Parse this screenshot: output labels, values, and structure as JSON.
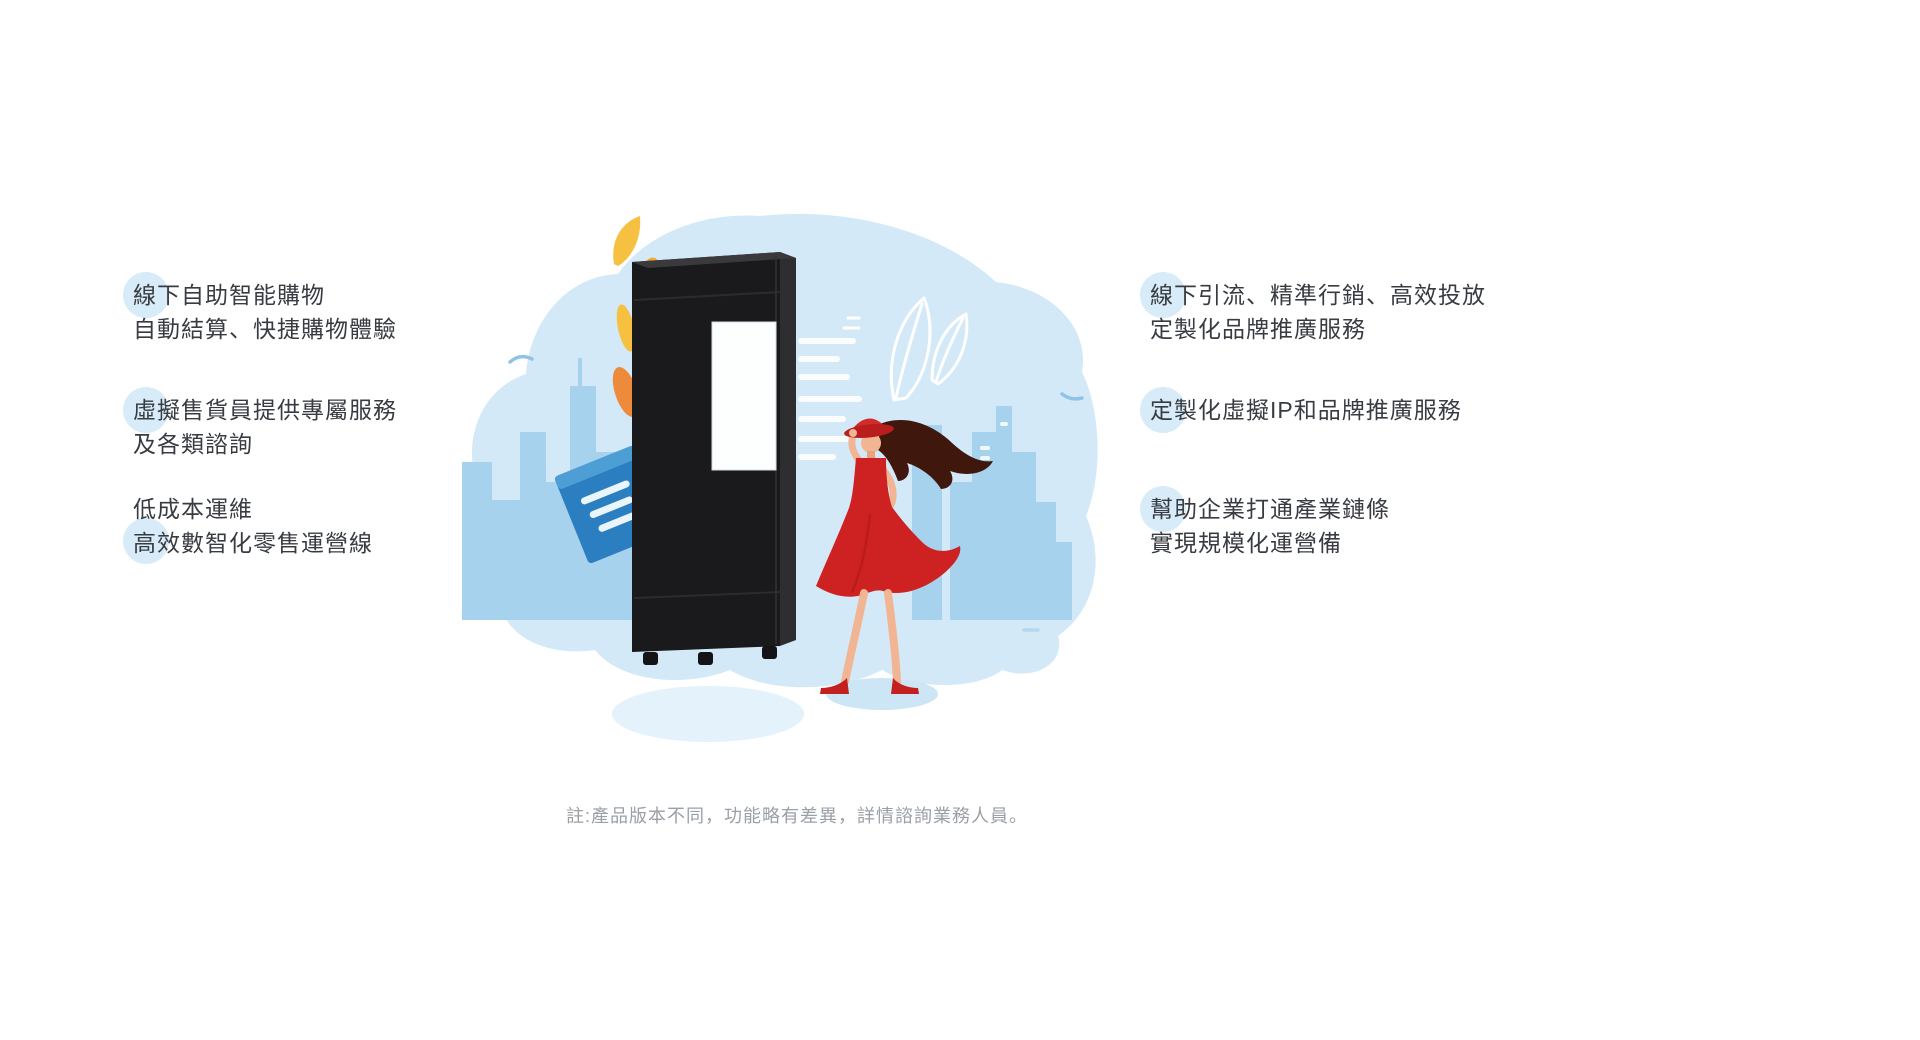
{
  "features_left": [
    {
      "lines": [
        "線下自助智能購物",
        "自動結算、快捷購物體驗"
      ]
    },
    {
      "lines": [
        "虛擬售貨員提供專屬服務",
        "及各類諮詢"
      ]
    },
    {
      "lines": [
        "低成本運維",
        "高效數智化零售運營線"
      ]
    }
  ],
  "features_right": [
    {
      "lines": [
        "線下引流、精準行銷、高效投放",
        "定製化品牌推廣服務"
      ]
    },
    {
      "lines": [
        "定製化虛擬IP和品牌推廣服務"
      ]
    },
    {
      "lines": [
        "幫助企業打通產業鏈條",
        "實現規模化運營備"
      ]
    }
  ],
  "footnote": "註:產品版本不同，功能略有差異，詳情諮詢業務人員。",
  "illustration_icons": {
    "scene": "smart-vending-machine-scene",
    "parts": [
      "city-skyline",
      "vending-machine",
      "woman-in-red-dress",
      "shopping-bag",
      "autumn-leaves",
      "leaf-outline-decoration"
    ]
  },
  "colors": {
    "accent_circle": "#d7ebf8",
    "scene_blob": "#d3e9f7",
    "skyline_blue": "#a7d2ee",
    "machine_black": "#1a1a1c",
    "dress_red": "#ce2121",
    "bag_blue": "#2b7fc0",
    "leaf_yellow": "#f6c041",
    "leaf_orange": "#ed8a3c",
    "text_dark": "#383c42",
    "footnote_gray": "#9aa0a6"
  }
}
